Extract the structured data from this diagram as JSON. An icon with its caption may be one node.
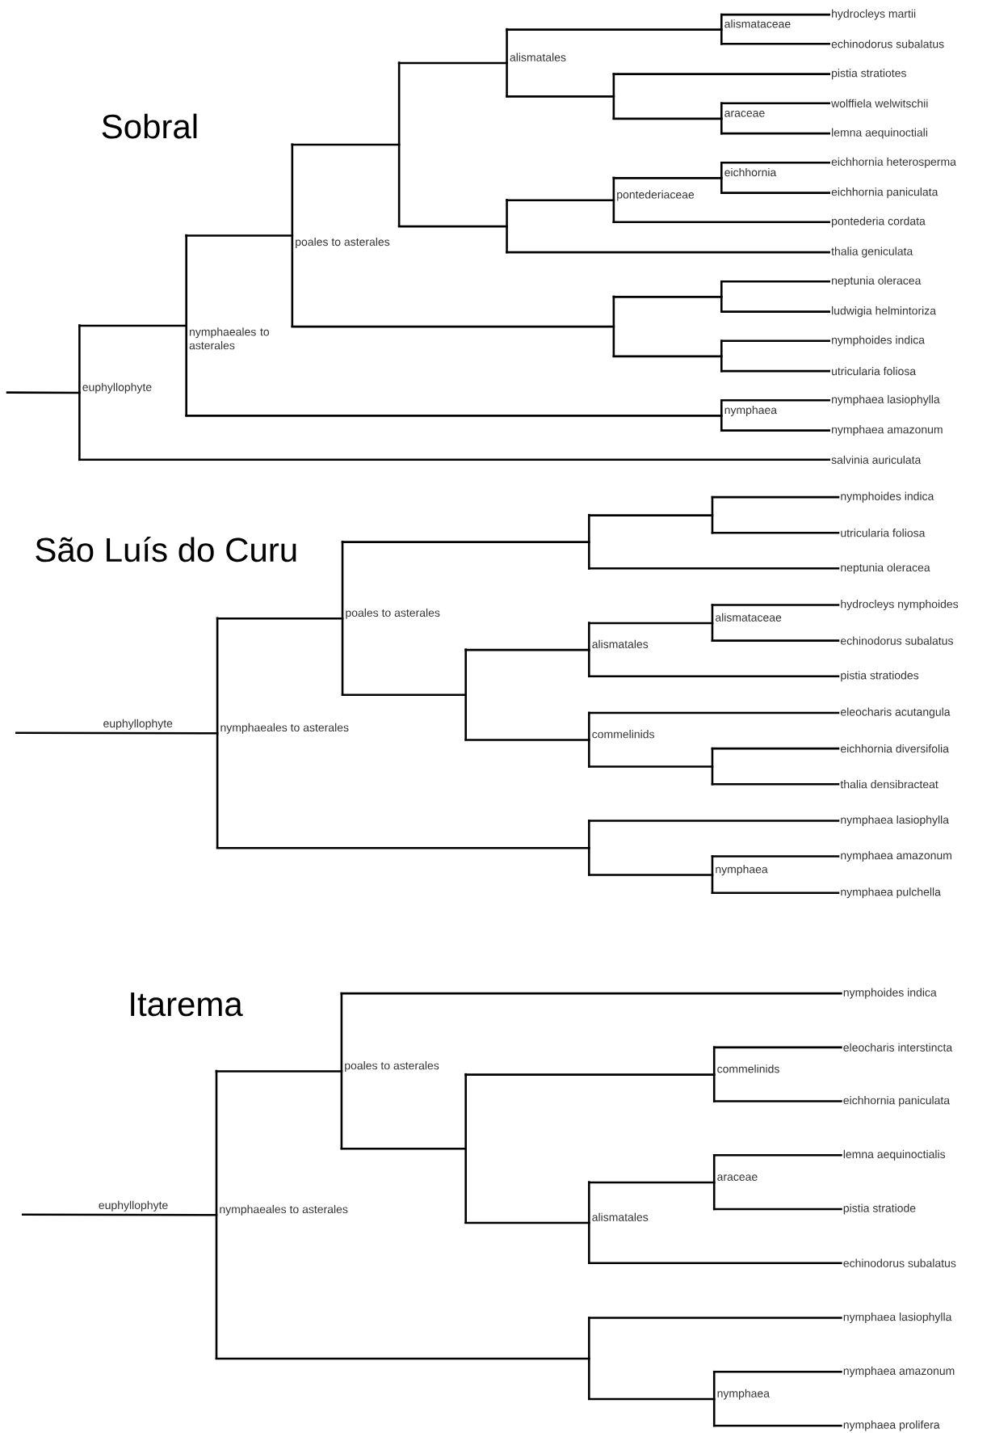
{
  "diagram": {
    "nodes": [
      {
        "text": [
          "euphyllophyte"
        ]
      },
      {
        "text": [
          "nymphaeales to asterales"
        ]
      },
      {
        "text": [
          "poales to asterales"
        ]
      },
      {
        "text": [],
        "shape": "bar"
      },
      {
        "text": [
          "alismatales"
        ]
      },
      {
        "text": [
          "alismataceae"
        ]
      },
      {
        "text": [
          "hydrocleys martii"
        ]
      },
      {
        "text": [
          "echinodorus subalatus"
        ]
      },
      {
        "text": [],
        "shape": "bar"
      },
      {
        "text": [
          "pistia stratiotes"
        ]
      },
      {
        "text": [
          "araceae"
        ]
      },
      {
        "text": [
          "wolffiela welwitschii"
        ]
      },
      {
        "text": [
          "lemna aequinoctiali"
        ]
      },
      {
        "text": [],
        "shape": "bar"
      },
      {
        "text": [
          "pontederiaceae"
        ]
      },
      {
        "text": [
          "eichhornia"
        ]
      },
      {
        "text": [
          "eichhornia heterosperma"
        ]
      },
      {
        "text": [
          "eichhornia paniculata"
        ]
      },
      {
        "text": [
          "pontederia cordata"
        ]
      },
      {
        "text": [
          "thalia geniculata"
        ]
      },
      {
        "text": [],
        "shape": "bar"
      },
      {
        "text": [],
        "shape": "bar"
      },
      {
        "text": [
          "neptunia oleracea"
        ]
      },
      {
        "text": [
          "ludwigia helmintoriza"
        ]
      },
      {
        "text": [],
        "shape": "bar"
      },
      {
        "text": [
          "nymphoides indica"
        ]
      },
      {
        "text": [
          "utricularia foliosa"
        ]
      },
      {
        "text": [
          "nymphaea"
        ]
      },
      {
        "text": [
          "nymphaea lasiophylla"
        ]
      },
      {
        "text": [
          "nymphaea amazonum"
        ]
      },
      {
        "text": [
          "salvinia auriculata"
        ]
      },
      {
        "text": [
          "nymphaeales to asterales"
        ]
      },
      {
        "text": [
          "poales to asterales"
        ]
      },
      {
        "text": [],
        "shape": "bar"
      },
      {
        "text": [],
        "shape": "bar"
      },
      {
        "text": [
          "nymphoides indica"
        ]
      },
      {
        "text": [
          "utricularia foliosa"
        ]
      },
      {
        "text": [
          "neptunia oleracea"
        ]
      },
      {
        "text": [],
        "shape": "bar"
      },
      {
        "text": [
          "alismatales"
        ]
      },
      {
        "text": [
          "alismataceae"
        ]
      },
      {
        "text": [
          "hydrocleys nymphoides"
        ]
      },
      {
        "text": [
          "echinodorus subalatus"
        ]
      },
      {
        "text": [
          "pistia stratiodes"
        ]
      },
      {
        "text": [
          "commelinids"
        ]
      },
      {
        "text": [
          "eleocharis acutangula"
        ]
      },
      {
        "text": [],
        "shape": "bar"
      },
      {
        "text": [
          "eichhornia diversifolia"
        ]
      },
      {
        "text": [
          "thalia densibracteat"
        ]
      },
      {
        "text": [],
        "shape": "bar"
      },
      {
        "text": [
          "nymphaea lasiophylla"
        ]
      },
      {
        "text": [
          "nymphaea"
        ]
      },
      {
        "text": [
          "nymphaea amazonum"
        ]
      },
      {
        "text": [
          "nymphaea pulchella"
        ]
      },
      {
        "text": [
          "nymphaeales to asterales"
        ]
      },
      {
        "text": [
          "poales to asterales"
        ]
      },
      {
        "text": [
          "nymphoides indica"
        ]
      },
      {
        "text": [],
        "shape": "bar"
      },
      {
        "text": [
          "commelinids"
        ]
      },
      {
        "text": [
          "eleocharis interstincta"
        ]
      },
      {
        "text": [
          "eichhornia paniculata"
        ]
      },
      {
        "text": [
          "alismatales"
        ]
      },
      {
        "text": [
          "araceae"
        ]
      },
      {
        "text": [
          "lemna aequinoctialis"
        ]
      },
      {
        "text": [
          "pistia stratiode"
        ]
      },
      {
        "text": [
          "echinodorus subalatus"
        ]
      },
      {
        "text": [],
        "shape": "bar"
      },
      {
        "text": [
          "nymphaea lasiophylla"
        ]
      },
      {
        "text": [
          "nymphaea"
        ]
      },
      {
        "text": [
          "nymphaea amazonum"
        ]
      },
      {
        "text": [
          "nymphaea prolifera"
        ]
      }
    ],
    "edges": [
      {
        "from": null,
        "to": 0,
        "arrow": "none"
      },
      {
        "from": 0,
        "to": 1,
        "arrow": "none"
      },
      {
        "from": 0,
        "to": 30,
        "arrow": "none"
      },
      {
        "from": 1,
        "to": 2,
        "arrow": "none"
      },
      {
        "from": 1,
        "to": 27,
        "arrow": "none"
      },
      {
        "from": 2,
        "to": 3,
        "arrow": "none"
      },
      {
        "from": 2,
        "to": 20,
        "arrow": "none"
      },
      {
        "from": 3,
        "to": 4,
        "arrow": "none"
      },
      {
        "from": 3,
        "to": 13,
        "arrow": "none"
      },
      {
        "from": 4,
        "to": 5,
        "arrow": "none"
      },
      {
        "from": 4,
        "to": 8,
        "arrow": "none"
      },
      {
        "from": 5,
        "to": 6,
        "arrow": "none"
      },
      {
        "from": 5,
        "to": 7,
        "arrow": "none"
      },
      {
        "from": 8,
        "to": 9,
        "arrow": "none"
      },
      {
        "from": 8,
        "to": 10,
        "arrow": "none"
      },
      {
        "from": 10,
        "to": 11,
        "arrow": "none"
      },
      {
        "from": 10,
        "to": 12,
        "arrow": "none"
      },
      {
        "from": 13,
        "to": 14,
        "arrow": "none"
      },
      {
        "from": 13,
        "to": 19,
        "arrow": "none"
      },
      {
        "from": 14,
        "to": 15,
        "arrow": "none"
      },
      {
        "from": 14,
        "to": 18,
        "arrow": "none"
      },
      {
        "from": 15,
        "to": 16,
        "arrow": "none"
      },
      {
        "from": 15,
        "to": 17,
        "arrow": "none"
      },
      {
        "from": 20,
        "to": 21,
        "arrow": "none"
      },
      {
        "from": 20,
        "to": 24,
        "arrow": "none"
      },
      {
        "from": 21,
        "to": 22,
        "arrow": "none"
      },
      {
        "from": 21,
        "to": 23,
        "arrow": "none"
      },
      {
        "from": 24,
        "to": 25,
        "arrow": "none"
      },
      {
        "from": 24,
        "to": 26,
        "arrow": "none"
      },
      {
        "from": 27,
        "to": 28,
        "arrow": "none"
      },
      {
        "from": 27,
        "to": 29,
        "arrow": "none"
      },
      {
        "from": null,
        "to": 31,
        "arrow": "none",
        "label": "euphyllophyte"
      },
      {
        "from": 31,
        "to": 32,
        "arrow": "none"
      },
      {
        "from": 31,
        "to": 49,
        "arrow": "none"
      },
      {
        "from": 32,
        "to": 33,
        "arrow": "none"
      },
      {
        "from": 32,
        "to": 38,
        "arrow": "none"
      },
      {
        "from": 33,
        "to": 34,
        "arrow": "none"
      },
      {
        "from": 33,
        "to": 37,
        "arrow": "none"
      },
      {
        "from": 34,
        "to": 35,
        "arrow": "none"
      },
      {
        "from": 34,
        "to": 36,
        "arrow": "none"
      },
      {
        "from": 38,
        "to": 39,
        "arrow": "none"
      },
      {
        "from": 38,
        "to": 44,
        "arrow": "none"
      },
      {
        "from": 39,
        "to": 40,
        "arrow": "none"
      },
      {
        "from": 39,
        "to": 43,
        "arrow": "none"
      },
      {
        "from": 40,
        "to": 41,
        "arrow": "none"
      },
      {
        "from": 40,
        "to": 42,
        "arrow": "none"
      },
      {
        "from": 44,
        "to": 45,
        "arrow": "none"
      },
      {
        "from": 44,
        "to": 46,
        "arrow": "none"
      },
      {
        "from": 46,
        "to": 47,
        "arrow": "none"
      },
      {
        "from": 46,
        "to": 48,
        "arrow": "none"
      },
      {
        "from": 49,
        "to": 50,
        "arrow": "none"
      },
      {
        "from": 49,
        "to": 51,
        "arrow": "none"
      },
      {
        "from": 51,
        "to": 52,
        "arrow": "none"
      },
      {
        "from": 51,
        "to": 53,
        "arrow": "none"
      },
      {
        "from": null,
        "to": 54,
        "arrow": "none",
        "label": "euphyllophyte"
      },
      {
        "from": 54,
        "to": 55,
        "arrow": "none"
      },
      {
        "from": 54,
        "to": 66,
        "arrow": "none"
      },
      {
        "from": 55,
        "to": 56,
        "arrow": "none"
      },
      {
        "from": 55,
        "to": 57,
        "arrow": "none"
      },
      {
        "from": 57,
        "to": 58,
        "arrow": "none"
      },
      {
        "from": 57,
        "to": 61,
        "arrow": "none"
      },
      {
        "from": 58,
        "to": 59,
        "arrow": "none"
      },
      {
        "from": 58,
        "to": 60,
        "arrow": "none"
      },
      {
        "from": 61,
        "to": 62,
        "arrow": "none"
      },
      {
        "from": 61,
        "to": 65,
        "arrow": "none"
      },
      {
        "from": 62,
        "to": 63,
        "arrow": "none"
      },
      {
        "from": 62,
        "to": 64,
        "arrow": "none"
      },
      {
        "from": 66,
        "to": 67,
        "arrow": "none"
      },
      {
        "from": 66,
        "to": 68,
        "arrow": "none"
      },
      {
        "from": 68,
        "to": 69,
        "arrow": "none"
      },
      {
        "from": 68,
        "to": 70,
        "arrow": "none"
      }
    ],
    "labels": [
      "Sobral",
      "São Luís do Curu",
      "Itarema"
    ]
  }
}
